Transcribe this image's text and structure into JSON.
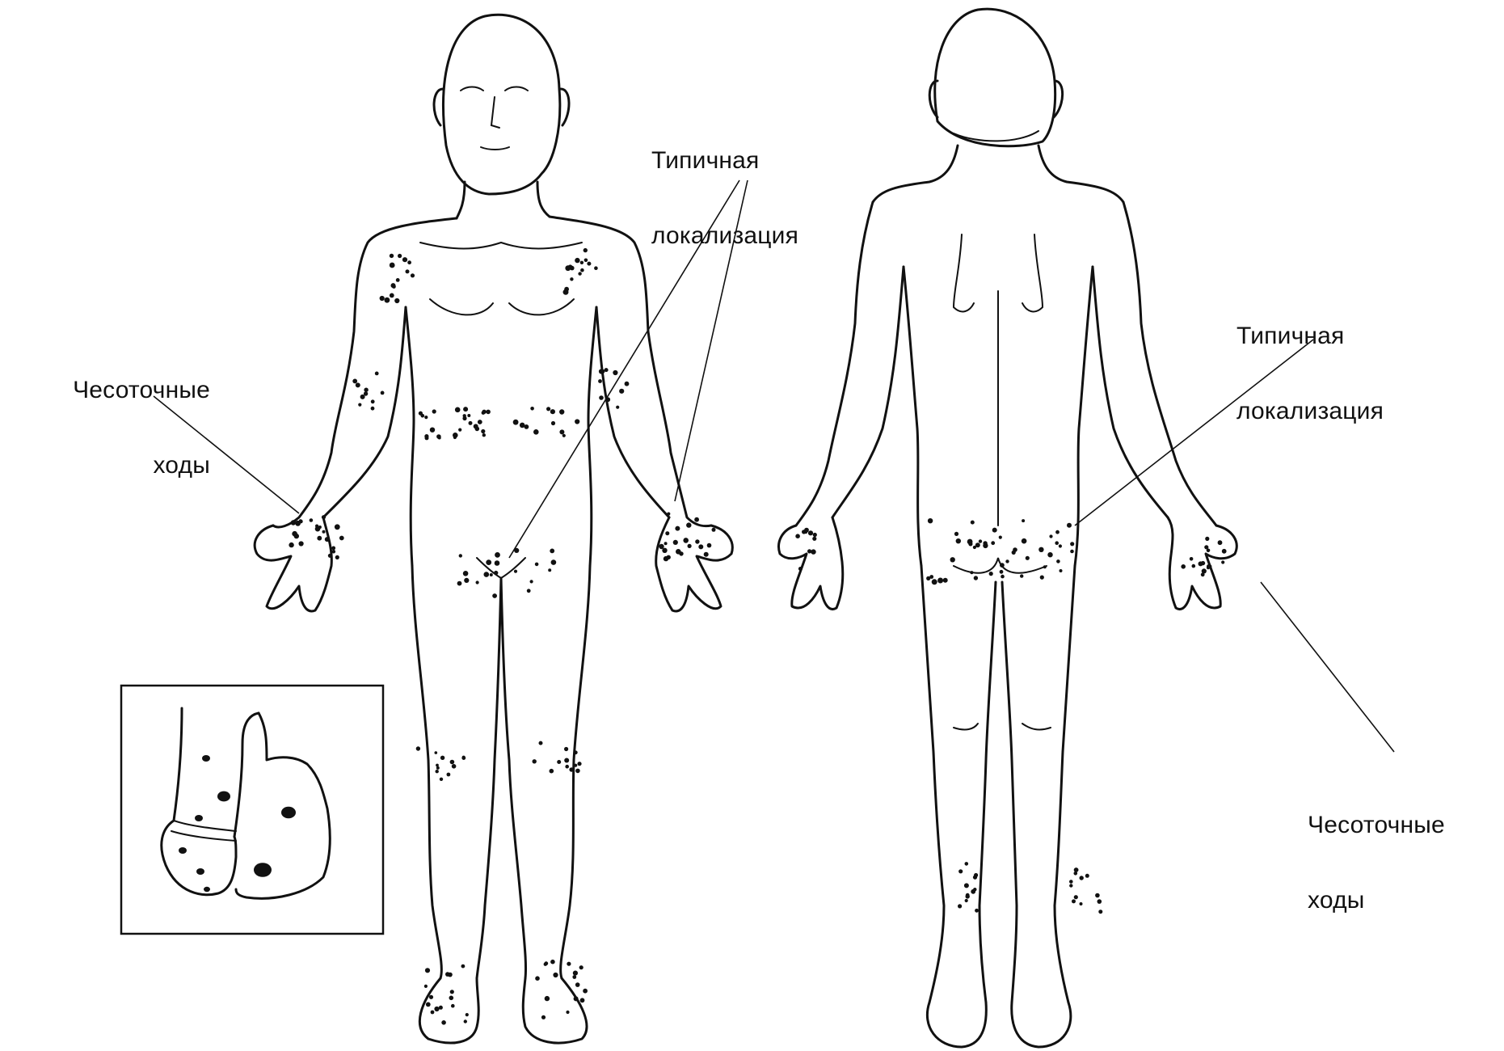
{
  "labels": {
    "front_typical": [
      "Типичная",
      "локализация"
    ],
    "front_burrows": [
      "Чесоточные",
      "ходы"
    ],
    "back_typical": [
      "Типичная",
      "локализация"
    ],
    "back_burrows": [
      "Чесоточные",
      "ходы"
    ]
  },
  "colors": {
    "ink": "#111111",
    "background": "#ffffff"
  },
  "views": [
    "front-figure",
    "back-figure",
    "hand-inset"
  ]
}
